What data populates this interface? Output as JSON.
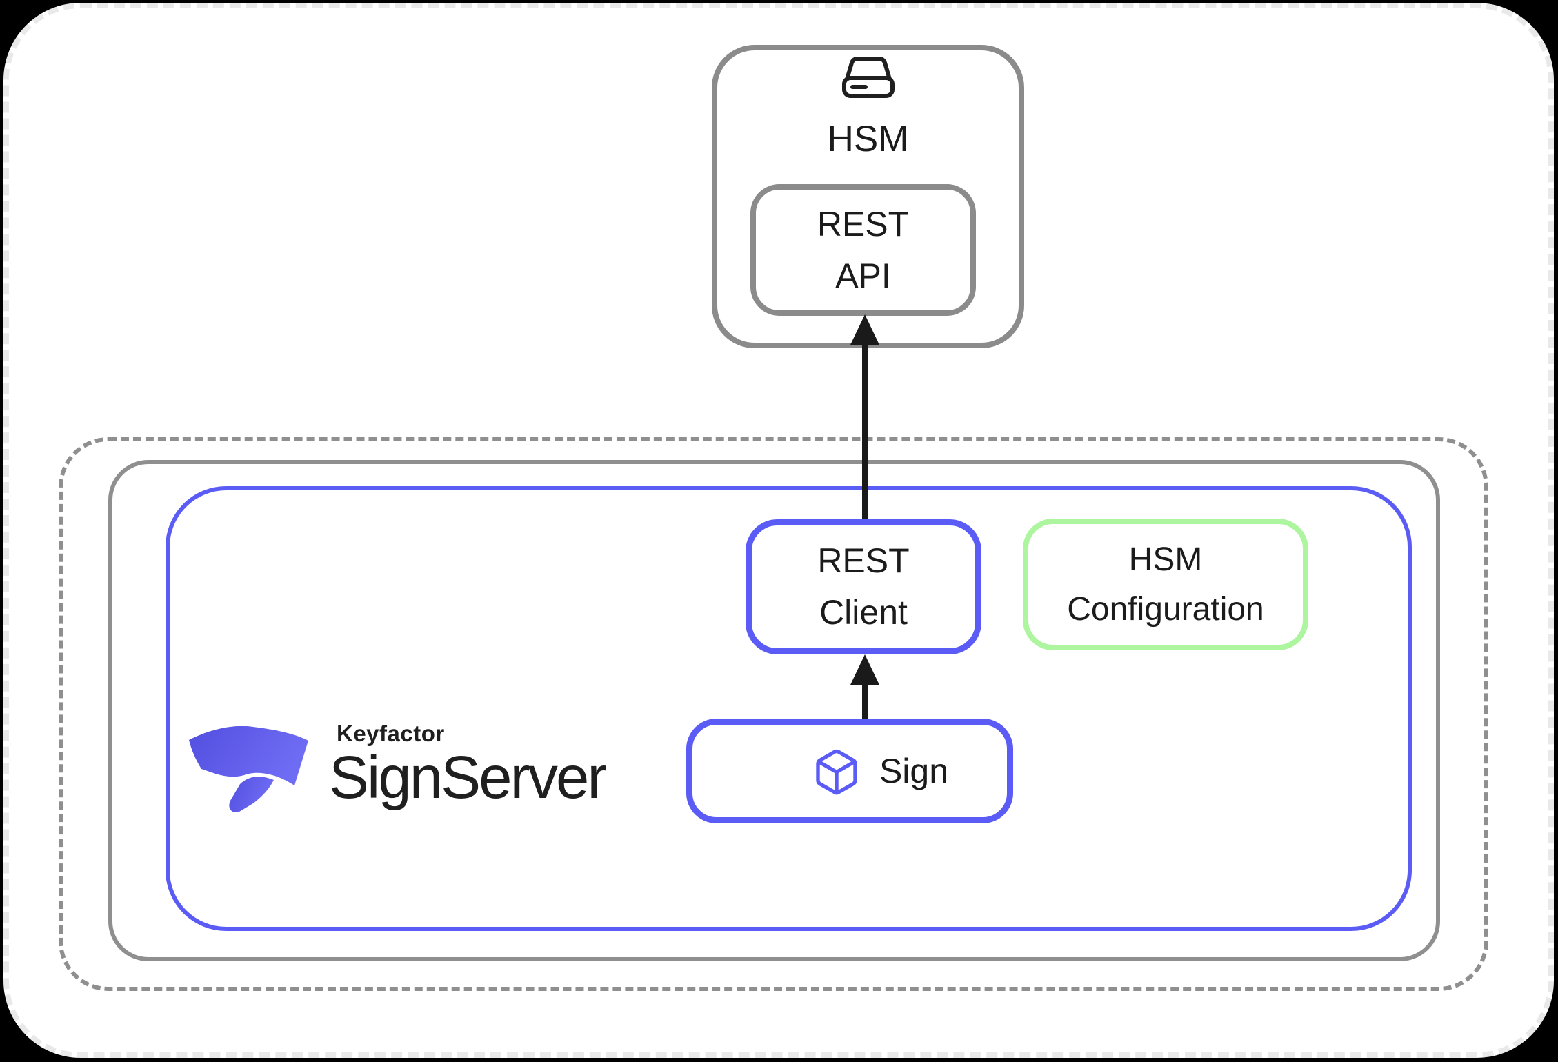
{
  "colors": {
    "background": "#000000",
    "card_border": "#e9e9e9",
    "box_gray": "#8b8b8b",
    "accent_blue": "#5b5cf5",
    "accent_green": "#aef59f",
    "arrow_black": "#1a1a1a",
    "text": "#1b1b1b",
    "logo_indigo_dark": "#534fe0",
    "logo_indigo_light": "#6f6cf4"
  },
  "icons": {
    "hsm_device": "hard-drive-icon",
    "sign_worker": "cube-icon",
    "brand_mark": "keyfactor-ribbon-logo"
  },
  "hsm_unit": {
    "title": "HSM",
    "rest_api_label": "REST\nAPI"
  },
  "signserver_unit": {
    "brand": "Keyfactor",
    "product": "SignServer",
    "rest_client_label": "REST\nClient",
    "hsm_configuration_label": "HSM\nConfiguration",
    "sign_label": "Sign"
  }
}
